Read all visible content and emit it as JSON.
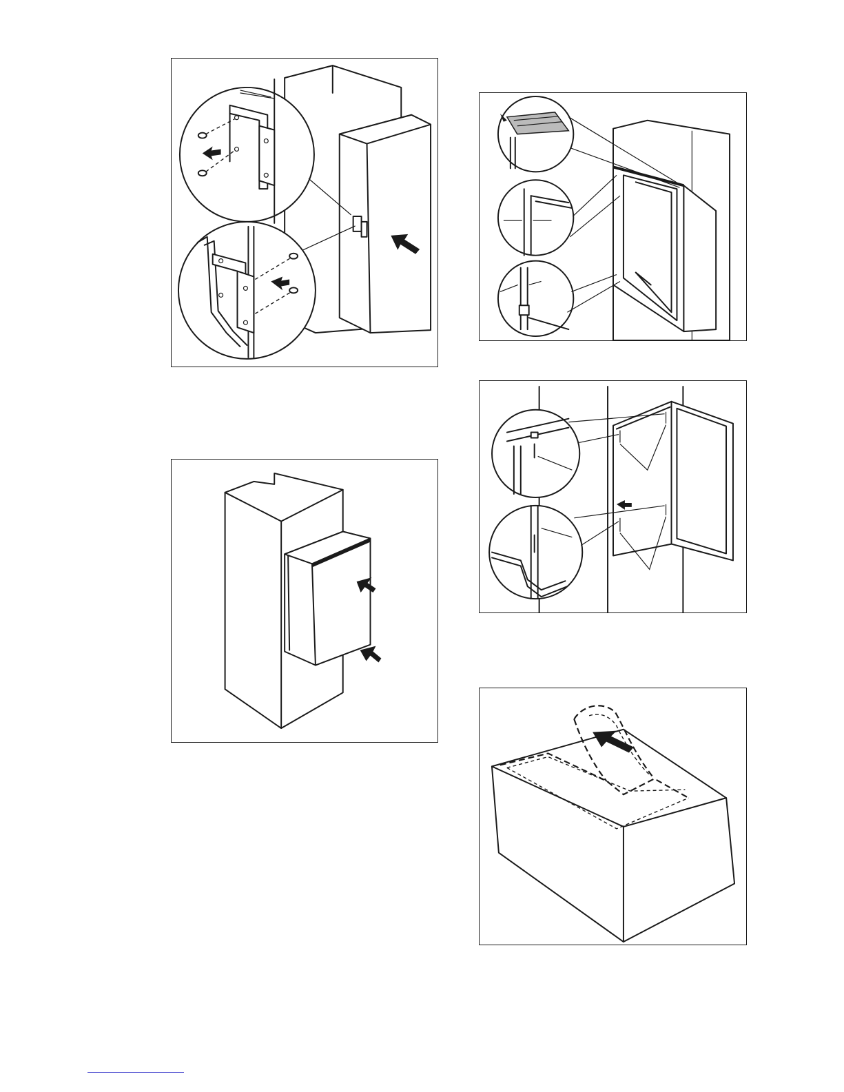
{
  "figures": [
    {
      "id": "fig1",
      "icon": "hinge-bracket-mounting-illustration"
    },
    {
      "id": "fig2",
      "icon": "appliance-insertion-illustration"
    },
    {
      "id": "fig3",
      "icon": "door-gap-alignment-illustration"
    },
    {
      "id": "fig4",
      "icon": "door-screw-fixing-illustration"
    },
    {
      "id": "fig5",
      "icon": "cover-strip-fitting-illustration"
    }
  ],
  "colors": {
    "line": "#1a1a1a",
    "background": "#ffffff",
    "footer_rule": "#4a4ad0"
  }
}
